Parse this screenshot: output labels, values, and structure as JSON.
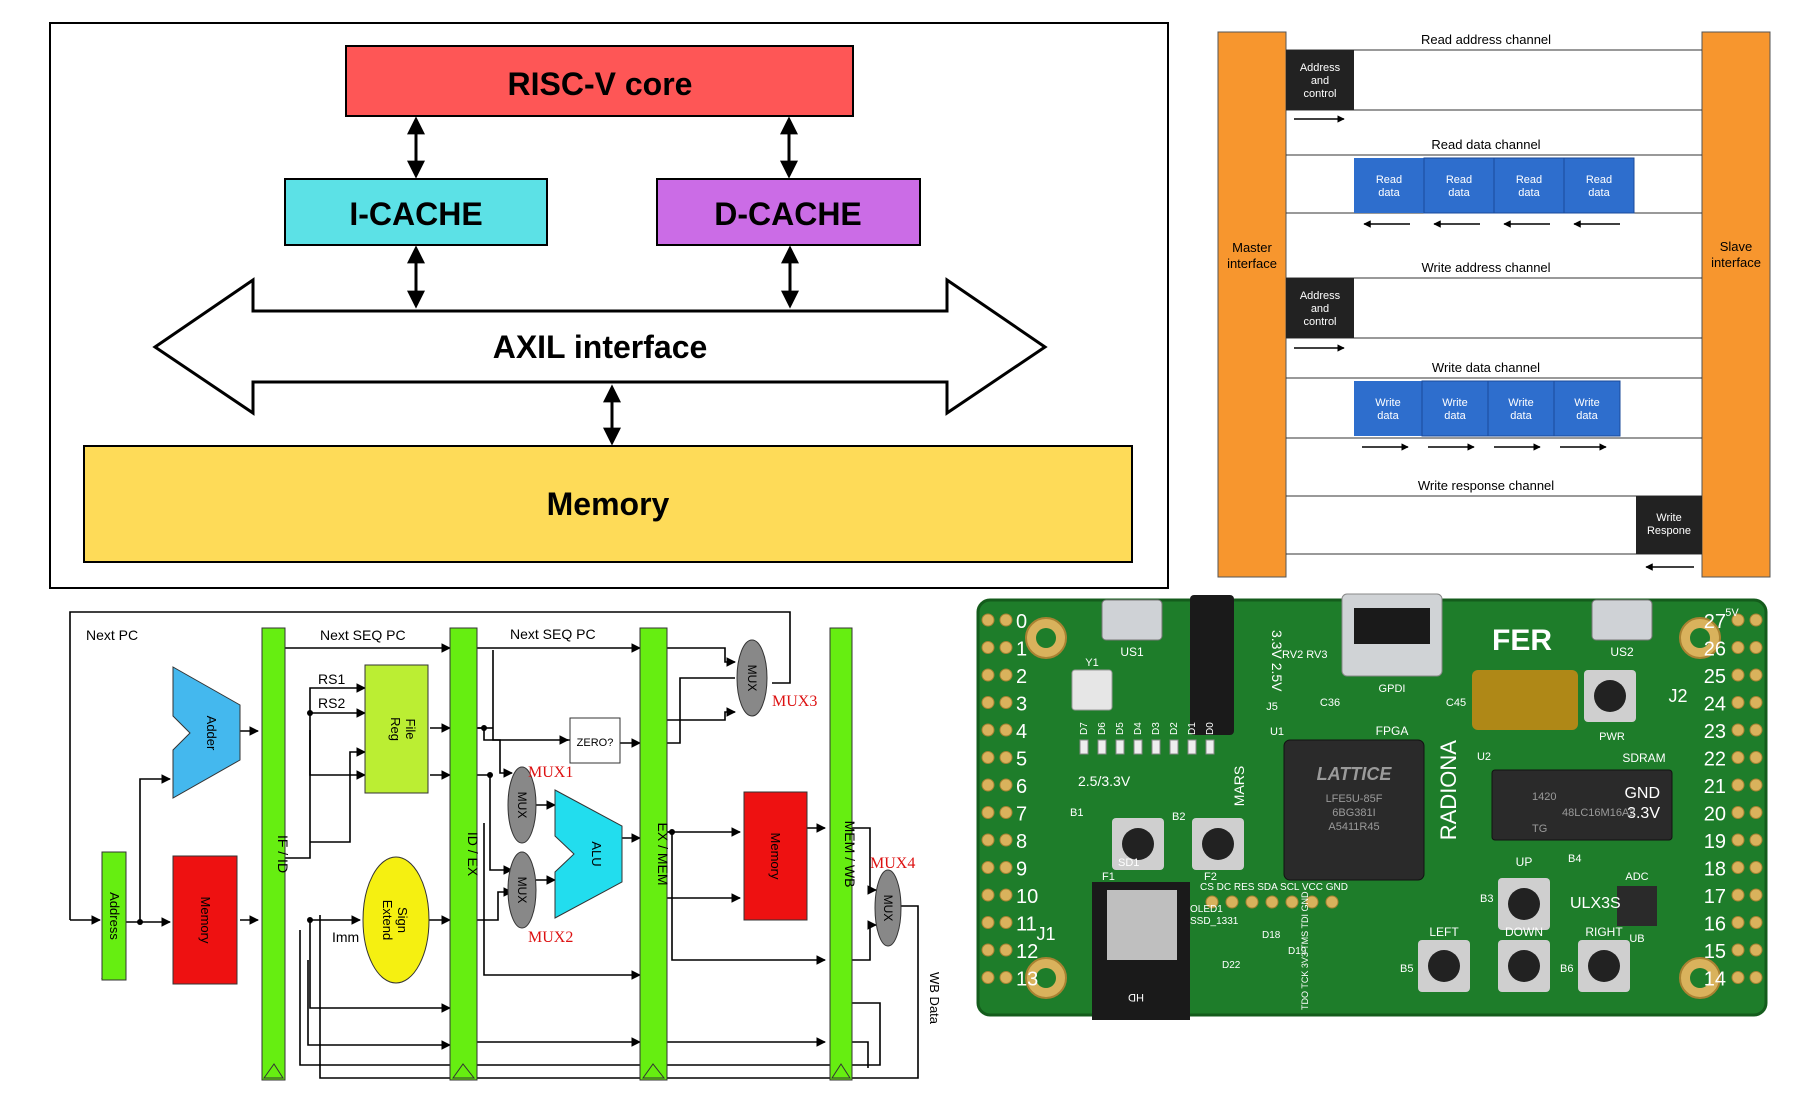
{
  "block_diagram": {
    "core": "RISC-V core",
    "icache": "I-CACHE",
    "dcache": "D-CACHE",
    "bus": "AXIL interface",
    "memory": "Memory",
    "colors": {
      "core": "#fe5656",
      "icache": "#5ce1e6",
      "dcache": "#cb6ce6",
      "memory": "#fedb58"
    }
  },
  "axi_channels": {
    "master": [
      "Master",
      "interface"
    ],
    "slave": [
      "Slave",
      "interface"
    ],
    "read_address": {
      "title": "Read address channel",
      "cell": [
        "Address",
        "and",
        "control"
      ]
    },
    "read_data": {
      "title": "Read data channel",
      "cells": [
        [
          "Read",
          "data"
        ],
        [
          "Read",
          "data"
        ],
        [
          "Read",
          "data"
        ],
        [
          "Read",
          "data"
        ]
      ]
    },
    "write_address": {
      "title": "Write address channel",
      "cell": [
        "Address",
        "and",
        "control"
      ]
    },
    "write_data": {
      "title": "Write data channel",
      "cells": [
        [
          "Write",
          "data"
        ],
        [
          "Write",
          "data"
        ],
        [
          "Write",
          "data"
        ],
        [
          "Write",
          "data"
        ]
      ]
    },
    "write_response": {
      "title": "Write response channel",
      "cell": [
        "Write",
        "Respone"
      ]
    },
    "colors": {
      "side": "#f7962e",
      "data": "#2e6ecd",
      "control": "#222222"
    }
  },
  "pipeline": {
    "next_pc": "Next PC",
    "next_seq_pc_1": "Next SEQ PC",
    "next_seq_pc_2": "Next SEQ PC",
    "rs1": "RS1",
    "rs2": "RS2",
    "imm": "Imm",
    "reg_file": [
      "Reg",
      "File"
    ],
    "adder": "Adder",
    "address": "Address",
    "memory_if": "Memory",
    "memory_mem": "Memory",
    "sign_extend": [
      "Sign",
      "Extend"
    ],
    "zero": "ZERO?",
    "alu": "ALU",
    "mux": "MUX",
    "mux1": "MUX1",
    "mux2": "MUX2",
    "mux3": "MUX3",
    "mux4": "MUX4",
    "if_id": "IF / ID",
    "id_ex": "ID / EX",
    "ex_mem": "EX / MEM",
    "mem_wb": "MEM / WB",
    "wb_data": "WB Data",
    "colors": {
      "register": "#66ee11",
      "memory": "#ee1111",
      "adder": "#44b8ee",
      "sign": "#f5f011",
      "alu": "#22ddee",
      "mux": "#888888",
      "regfile": "#bbee33",
      "label": "#dd1111"
    }
  },
  "board": {
    "left_pins": [
      "0",
      "1",
      "2",
      "3",
      "4",
      "5",
      "6",
      "7",
      "8",
      "9",
      "10",
      "11",
      "12",
      "13"
    ],
    "right_pins": [
      "27",
      "26",
      "25",
      "24",
      "23",
      "22",
      "21",
      "20",
      "19",
      "18",
      "17",
      "16",
      "15",
      "14"
    ],
    "labels": {
      "j1": "J1",
      "j2": "J2",
      "us1": "US1",
      "us2": "US2",
      "y1": "Y1",
      "j5": "J5",
      "gpdi": "GPDI",
      "c36": "C36",
      "c45": "C45",
      "fpga": "FPGA",
      "u1": "U1",
      "u2": "U2",
      "sdram": "SDRAM",
      "pwr": "PWR",
      "gnd": "GND",
      "v33": "3.3V",
      "v5": "5V",
      "v33_25": "2.5/3.3V",
      "v33v25": "3.3V 2.5V",
      "rv": "RV2 RV3",
      "b1": "B1",
      "b2": "B2",
      "b3": "B3",
      "b4": "B4",
      "b5": "B5",
      "b6": "B6",
      "f1": "F1",
      "f2": "F2",
      "sd": "SD1",
      "up": "UP",
      "down": "DOWN",
      "left": "LEFT",
      "right": "RIGHT",
      "ulx3s": "ULX3S",
      "adc": "ADC",
      "ub": "UB",
      "lattice": "LATTICE",
      "lattice_part": [
        "LFE5U-85F",
        "6BG381I",
        "A5411R45"
      ],
      "sdram_part": [
        "1420",
        "48LC16M16A2",
        "TG"
      ],
      "radiona": "RADIONA",
      "mars": "MARS",
      "fer": "FER",
      "oled": [
        "CS DC RES SDA SCL VCC GND",
        "OLED1",
        "SSD_1331"
      ],
      "jtag": "TDO TCK 3V3 TMS TDI GND",
      "leds": [
        "D7",
        "D6",
        "D5",
        "D4",
        "D3",
        "D2",
        "D1",
        "D0"
      ],
      "d18": "D18",
      "d19": "D19",
      "d22": "D22",
      "hd": "HD"
    },
    "colors": {
      "pcb": "#1e7d2a",
      "silk": "#ffffff",
      "gold": "#d9b25c",
      "chip": "#2a2a2a"
    }
  }
}
